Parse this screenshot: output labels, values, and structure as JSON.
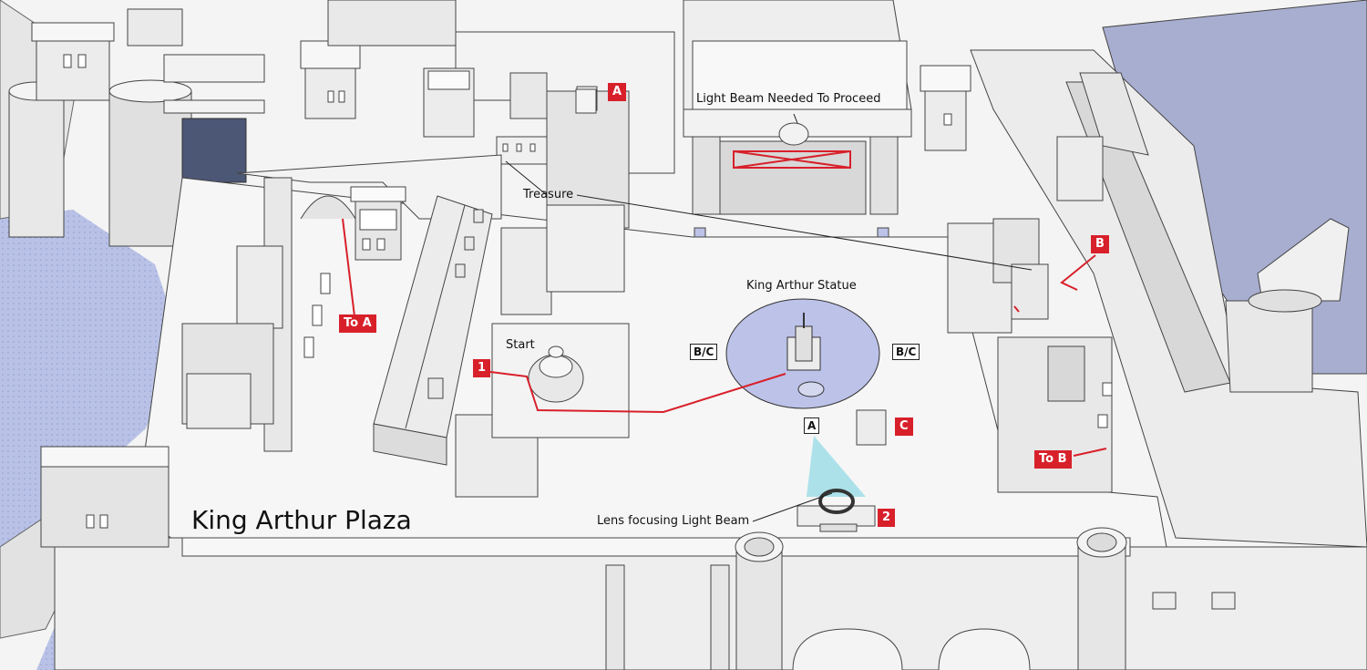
{
  "map": {
    "title": "King Arthur Plaza",
    "labels": {
      "light_beam": "Light Beam Needed To Proceed",
      "treasure": "Treasure",
      "statue": "King Arthur Statue",
      "start": "Start",
      "lens": "Lens focusing Light Beam"
    },
    "markers": {
      "a_top": "A",
      "b": "B",
      "c": "C",
      "to_a": "To A",
      "to_b": "To B",
      "one": "1",
      "two": "2",
      "a_white": "A",
      "bc_left": "B/C",
      "bc_right": "B/C"
    },
    "colors": {
      "marker_red": "#d8202a",
      "water": "#b9c2e6",
      "statue_area": "#bcc2e8",
      "light_beam": "#9fdde8"
    }
  }
}
